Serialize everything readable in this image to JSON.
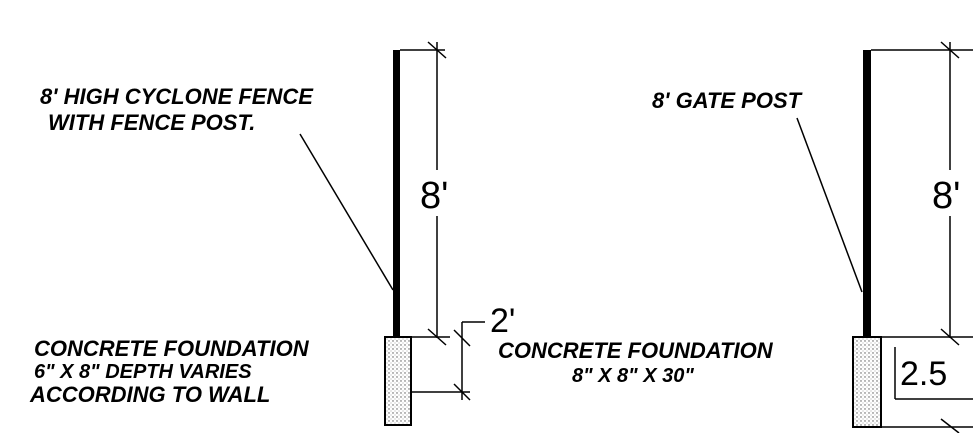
{
  "left_detail": {
    "callout_line1": "8' HIGH CYCLONE FENCE",
    "callout_line2": "WITH FENCE POST.",
    "height_dim": "8'",
    "foundation_dim": "2'",
    "foundation_line1": "CONCRETE FOUNDATION",
    "foundation_line2": "6\" X 8\" DEPTH VARIES",
    "foundation_line3": "ACCORDING TO WALL"
  },
  "right_detail": {
    "callout": "8' GATE POST",
    "height_dim": "8'",
    "foundation_dim": "2.5",
    "foundation_line1": "CONCRETE FOUNDATION",
    "foundation_line2": "8\" X 8\"  X 30\""
  },
  "colors": {
    "ink": "#000000",
    "concrete": "#d9d9d9"
  }
}
